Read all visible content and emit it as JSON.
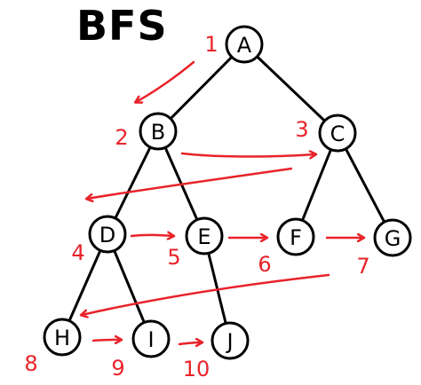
{
  "title": "BFS",
  "colors": {
    "ink": "#000000",
    "accent": "#e8232a"
  },
  "nodes": [
    {
      "id": "A",
      "label": "A",
      "order": "1"
    },
    {
      "id": "B",
      "label": "B",
      "order": "2"
    },
    {
      "id": "C",
      "label": "C",
      "order": "3"
    },
    {
      "id": "D",
      "label": "D",
      "order": "4"
    },
    {
      "id": "E",
      "label": "E",
      "order": "5"
    },
    {
      "id": "F",
      "label": "F",
      "order": "6"
    },
    {
      "id": "G",
      "label": "G",
      "order": "7"
    },
    {
      "id": "H",
      "label": "H",
      "order": "8"
    },
    {
      "id": "I",
      "label": "I",
      "order": "9"
    },
    {
      "id": "J",
      "label": "J",
      "order": "10"
    }
  ],
  "edges": [
    {
      "from": "A",
      "to": "B"
    },
    {
      "from": "A",
      "to": "C"
    },
    {
      "from": "B",
      "to": "D"
    },
    {
      "from": "B",
      "to": "E"
    },
    {
      "from": "C",
      "to": "F"
    },
    {
      "from": "C",
      "to": "G"
    },
    {
      "from": "D",
      "to": "H"
    },
    {
      "from": "D",
      "to": "I"
    },
    {
      "from": "E",
      "to": "J"
    }
  ],
  "traversal": [
    {
      "from": "A",
      "to": "B"
    },
    {
      "from": "B",
      "to": "C"
    },
    {
      "from": "C",
      "to": "D"
    },
    {
      "from": "D",
      "to": "E"
    },
    {
      "from": "E",
      "to": "F"
    },
    {
      "from": "F",
      "to": "G"
    },
    {
      "from": "G",
      "to": "H"
    },
    {
      "from": "H",
      "to": "I"
    },
    {
      "from": "I",
      "to": "J"
    }
  ]
}
